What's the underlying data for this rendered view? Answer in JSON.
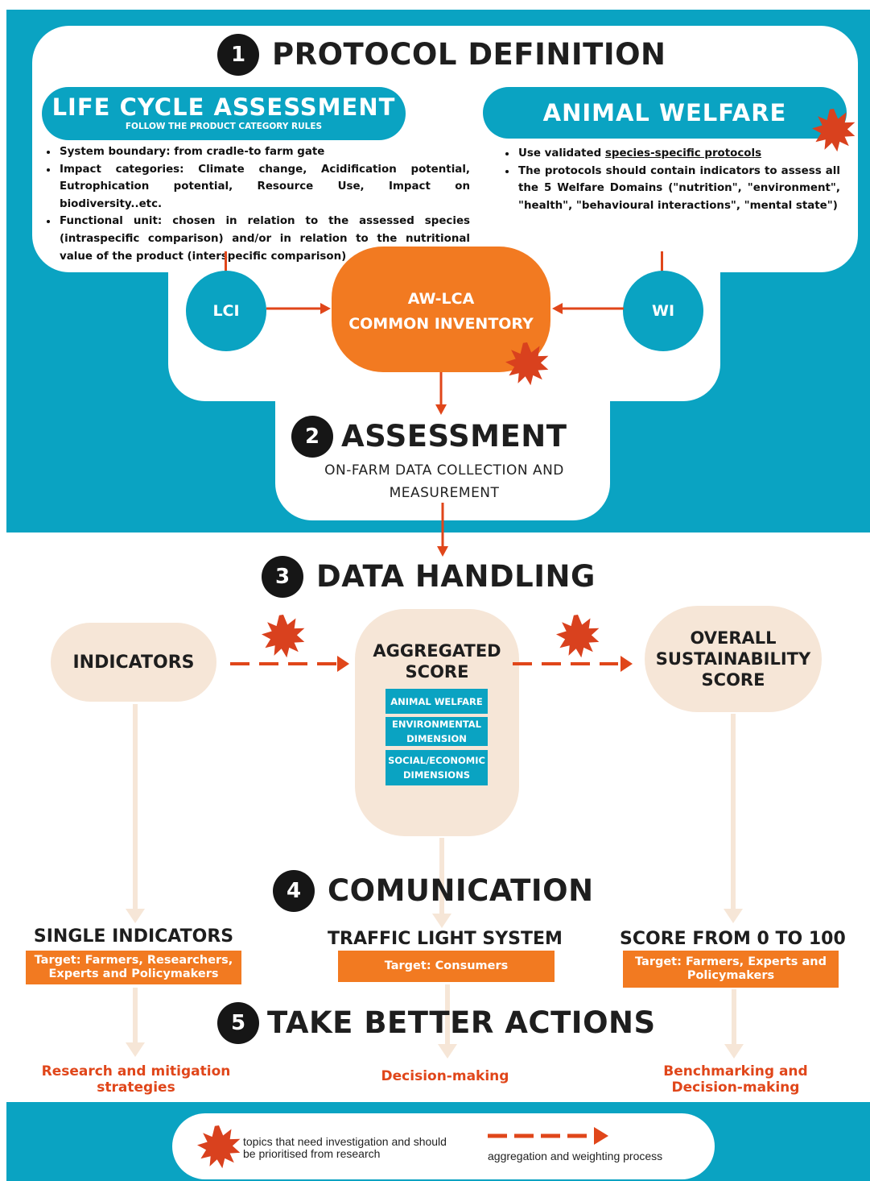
{
  "colors": {
    "teal": "#0aa3c2",
    "orange": "#f27a21",
    "red": "#e0461a",
    "beige": "#f6e6d7",
    "star": "#d9411e"
  },
  "step1": {
    "number": "1",
    "title": "PROTOCOL DEFINITION"
  },
  "lca": {
    "title": "LIFE CYCLE ASSESSMENT",
    "subtitle": "FOLLOW THE PRODUCT CATEGORY RULES",
    "bullets": [
      "System boundary: from cradle-to farm gate",
      "Impact categories: Climate change, Acidification potential, Eutrophication potential, Resource Use, Impact on biodiversity..etc.",
      "Functional unit: chosen in relation to the assessed species (intraspecific comparison) and/or in relation to the nutritional value of the product (interspecific comparison)"
    ]
  },
  "aw": {
    "title": "ANIMAL WELFARE",
    "bullet1_prefix": "Use validated ",
    "bullet1_link": "species-specific protocols",
    "bullet2": "The protocols should contain indicators to assess all the 5 Welfare Domains (\"nutrition\", \"environment\", \"health\", \"behavioural interactions\", \"mental state\")"
  },
  "lci": "LCI",
  "wi": "WI",
  "inventory": {
    "line1": "AW-LCA",
    "line2": "COMMON INVENTORY"
  },
  "step2": {
    "number": "2",
    "title": "ASSESSMENT",
    "subtitle_line1": "ON-FARM DATA COLLECTION AND",
    "subtitle_line2": "MEASUREMENT"
  },
  "step3": {
    "number": "3",
    "title": "DATA HANDLING"
  },
  "indicators": "INDICATORS",
  "aggregated": {
    "title_line1": "AGGREGATED",
    "title_line2": "SCORE",
    "items": [
      "ANIMAL WELFARE",
      "ENVIRONMENTAL DIMENSION",
      "SOCIAL/ECONOMIC DIMENSIONS"
    ]
  },
  "overall": {
    "line1": "OVERALL",
    "line2": "SUSTAINABILITY",
    "line3": "SCORE"
  },
  "step4": {
    "number": "4",
    "title": "COMUNICATION"
  },
  "comm": [
    {
      "title": "SINGLE INDICATORS",
      "target": "Target: Farmers, Researchers, Experts and Policymakers"
    },
    {
      "title": "TRAFFIC LIGHT SYSTEM",
      "target": "Target: Consumers"
    },
    {
      "title": "SCORE FROM 0 TO 100",
      "target": "Target: Farmers, Experts and Policymakers"
    }
  ],
  "step5": {
    "number": "5",
    "title": "TAKE BETTER ACTIONS"
  },
  "actions": [
    "Research and mitigation strategies",
    "Decision-making",
    "Benchmarking and Decision-making"
  ],
  "legend": {
    "star_text": "topics that need investigation and should be prioritised from research",
    "arrow_text": "aggregation and weighting process"
  }
}
